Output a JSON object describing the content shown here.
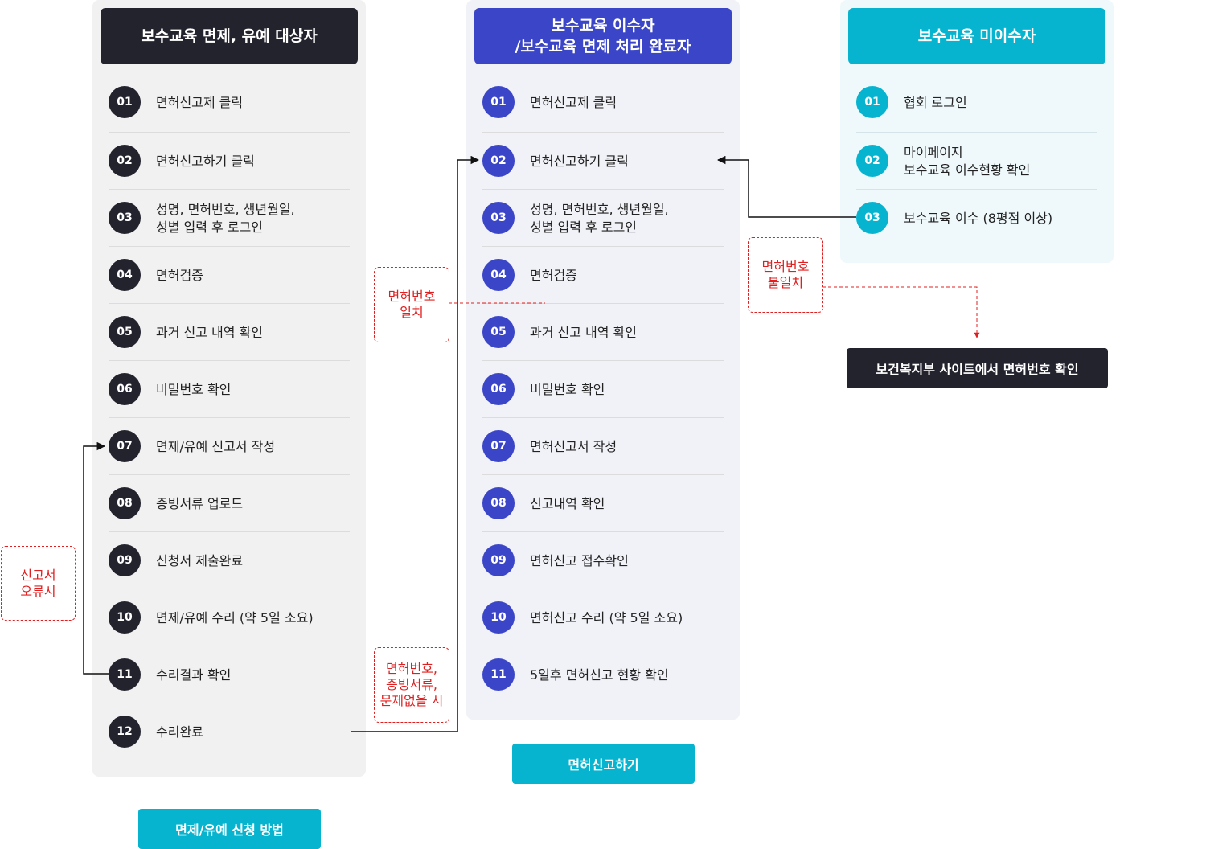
{
  "columns": [
    {
      "title": "보수교육 면제, 유예 대상자",
      "steps": [
        {
          "num": "01",
          "label": "면허신고제 클릭"
        },
        {
          "num": "02",
          "label": "면허신고하기 클릭"
        },
        {
          "num": "03",
          "label": "성명, 면허번호, 생년월일,\n성별 입력 후 로그인"
        },
        {
          "num": "04",
          "label": "면허검증"
        },
        {
          "num": "05",
          "label": "과거 신고 내역 확인"
        },
        {
          "num": "06",
          "label": "비밀번호 확인"
        },
        {
          "num": "07",
          "label": "면제/유예 신고서 작성"
        },
        {
          "num": "08",
          "label": "증빙서류 업로드"
        },
        {
          "num": "09",
          "label": "신청서 제출완료"
        },
        {
          "num": "10",
          "label": "면제/유예 수리 (약 5일 소요)"
        },
        {
          "num": "11",
          "label": "수리결과 확인"
        },
        {
          "num": "12",
          "label": "수리완료"
        }
      ]
    },
    {
      "title": "보수교육 이수자\n/보수교육 면제 처리 완료자",
      "steps": [
        {
          "num": "01",
          "label": "면허신고제 클릭"
        },
        {
          "num": "02",
          "label": "면허신고하기 클릭"
        },
        {
          "num": "03",
          "label": "성명, 면허번호, 생년월일,\n성별 입력 후 로그인"
        },
        {
          "num": "04",
          "label": "면허검증"
        },
        {
          "num": "05",
          "label": "과거 신고 내역 확인"
        },
        {
          "num": "06",
          "label": "비밀번호 확인"
        },
        {
          "num": "07",
          "label": "면허신고서 작성"
        },
        {
          "num": "08",
          "label": "신고내역 확인"
        },
        {
          "num": "09",
          "label": "면허신고 접수확인"
        },
        {
          "num": "10",
          "label": "면허신고 수리 (약 5일 소요)"
        },
        {
          "num": "11",
          "label": "5일후 면허신고 현황 확인"
        }
      ]
    },
    {
      "title": "보수교육 미이수자",
      "steps": [
        {
          "num": "01",
          "label": "협회 로그인"
        },
        {
          "num": "02",
          "label": "마이페이지\n보수교육 이수현황 확인"
        },
        {
          "num": "03",
          "label": "보수교육 이수 (8평점 이상)"
        }
      ]
    }
  ],
  "notes": {
    "report_error": "신고서\n오류시",
    "license_match": "면허번호\n일치",
    "no_problem": "면허번호,\n증빙서류,\n문제없을 시",
    "license_mismatch": "면허번호\n불일치"
  },
  "buttons": {
    "exemption_method": "면제/유예 신청 방법",
    "license_report": "면허신고하기",
    "check_license_site": "보건복지부 사이트에서 면허번호 확인"
  },
  "colors": {
    "dark": "#23232e",
    "blue": "#3b45c7",
    "cyan": "#06b4cf",
    "red": "#e02020"
  }
}
